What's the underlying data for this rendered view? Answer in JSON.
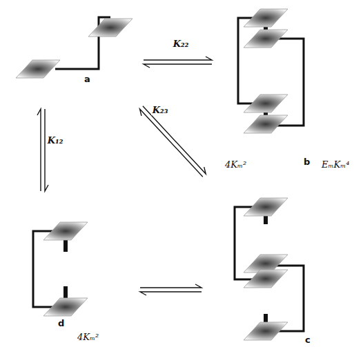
{
  "diagram": {
    "nodes": [
      {
        "text": [
          "a"
        ]
      },
      {
        "text": [
          "4Kₘ²",
          "b",
          "EₘKₘ⁴"
        ]
      },
      {
        "text": [
          "d",
          "4Kₘ²"
        ]
      },
      {
        "text": [
          "c"
        ]
      }
    ],
    "edges": [
      {
        "from": 0,
        "to": 1,
        "arrow": "both",
        "label": "K₂₂"
      },
      {
        "from": 0,
        "to": 2,
        "arrow": "both",
        "label": "K₁₂"
      },
      {
        "from": 0,
        "to": 3,
        "arrow": "both",
        "label": "K₂₃"
      },
      {
        "from": 2,
        "to": 3,
        "arrow": "both"
      }
    ]
  }
}
